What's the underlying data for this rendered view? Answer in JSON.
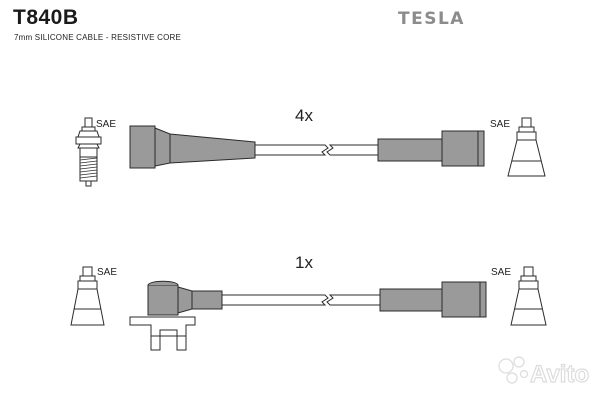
{
  "header": {
    "part_code": "T840B",
    "subtitle": "7mm SILICONE CABLE - RESISTIVE CORE",
    "brand": "TESLA"
  },
  "diagram": {
    "top_lead": {
      "quantity": "4x",
      "left_label": "SAE",
      "right_label": "SAE"
    },
    "bottom_lead": {
      "quantity": "1x",
      "left_label": "SAE",
      "right_label": "SAE"
    }
  },
  "watermark": {
    "text": "Avito"
  },
  "colors": {
    "boot_fill": "#9a9a9a",
    "outline": "#2b2b2b",
    "brand": "#8c8c8c"
  }
}
